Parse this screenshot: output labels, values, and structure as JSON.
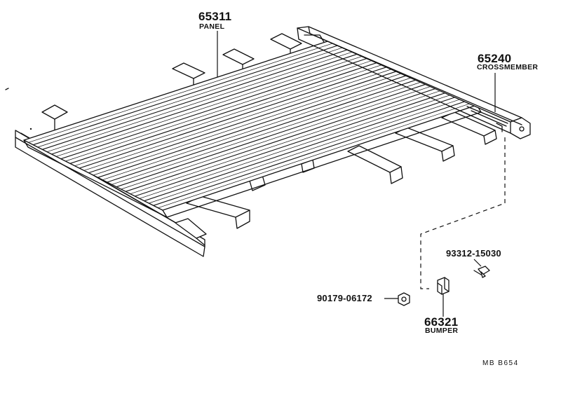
{
  "parts": {
    "panel": {
      "number": "65311",
      "name": "PANEL"
    },
    "crossmember": {
      "number": "65240",
      "name": "CROSSMEMBER"
    },
    "bolt": {
      "number": "93312-15030"
    },
    "nut": {
      "number": "90179-06172"
    },
    "bumper": {
      "number": "66321",
      "name": "BUMPER"
    }
  },
  "drawing_code": "MB  B654"
}
